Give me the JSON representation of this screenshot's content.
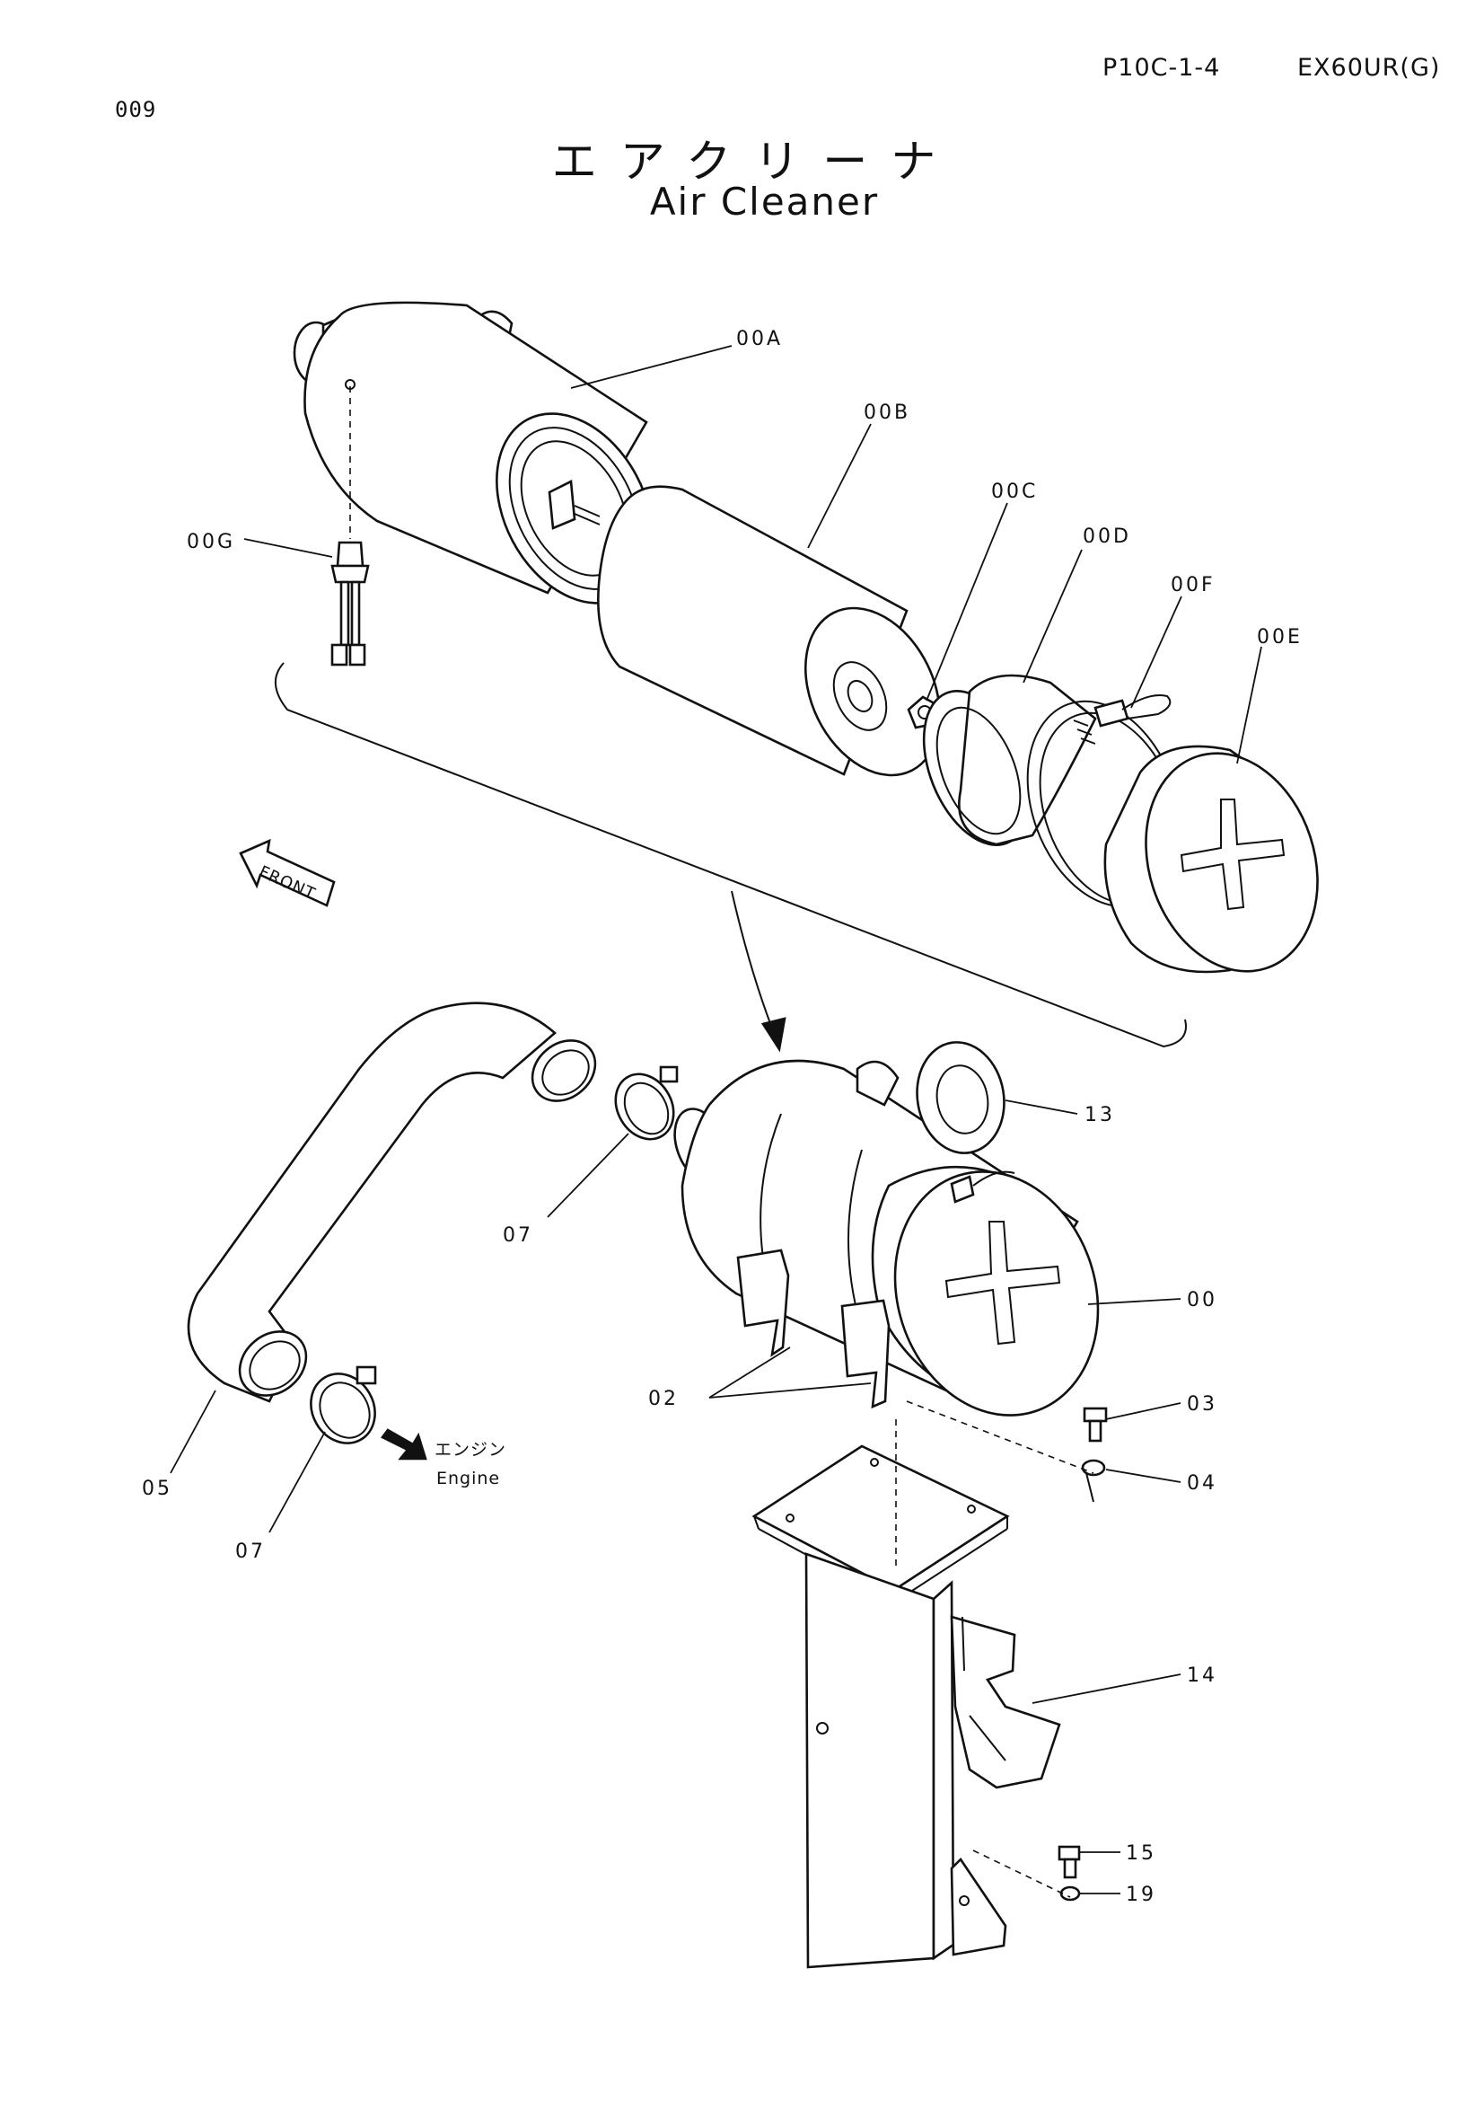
{
  "header": {
    "page_number": "009",
    "reference_code": "P10C-1-4",
    "model": "EX60UR(G)"
  },
  "title": {
    "japanese": "エアクリーナ",
    "english": "Air Cleaner"
  },
  "direction": {
    "front_label": "FRONT",
    "engine_label_jp": "エンジン",
    "engine_label_en": "Engine"
  },
  "callouts": [
    "00A",
    "00B",
    "00C",
    "00D",
    "00F",
    "00E",
    "00G",
    "13",
    "07",
    "00",
    "02",
    "03",
    "04",
    "05",
    "07",
    "14",
    "15",
    "19"
  ],
  "icons": [
    "front-arrow-icon",
    "engine-arrow-icon"
  ]
}
